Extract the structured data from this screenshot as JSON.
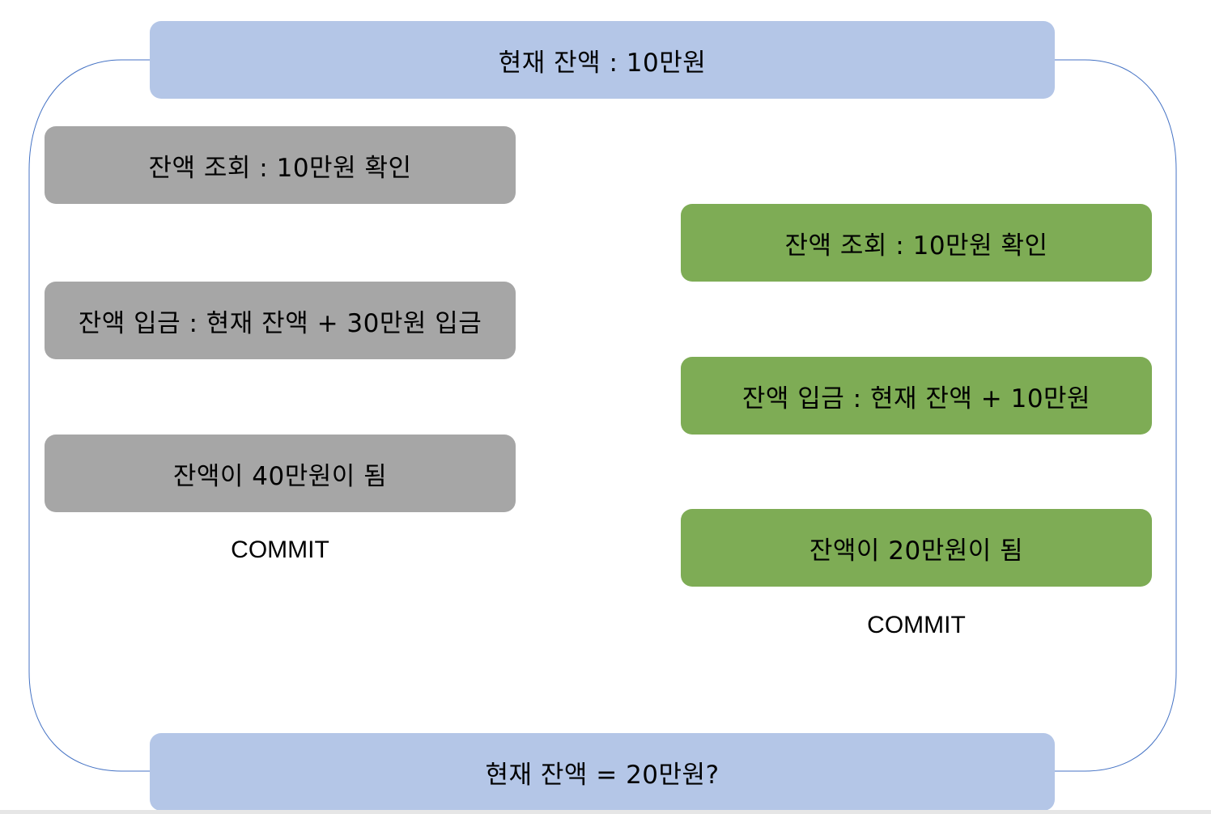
{
  "top": {
    "label": "현재 잔액 : 10만원"
  },
  "left_transaction": {
    "steps": [
      "잔액 조회 : 10만원 확인",
      "잔액 입금 : 현재 잔액 + 30만원 입금",
      "잔액이 40만원이 됨"
    ],
    "commit_label": "COMMIT"
  },
  "right_transaction": {
    "steps": [
      "잔액 조회 : 10만원 확인",
      "잔액 입금 : 현재 잔액 + 10만원",
      "잔액이 20만원이 됨"
    ],
    "commit_label": "COMMIT"
  },
  "bottom": {
    "label": "현재 잔액 = 20만원?"
  },
  "colors": {
    "summary_box": "#b4c6e7",
    "left_box": "#a6a6a6",
    "right_box": "#7eac55",
    "connector": "#4472c4"
  }
}
